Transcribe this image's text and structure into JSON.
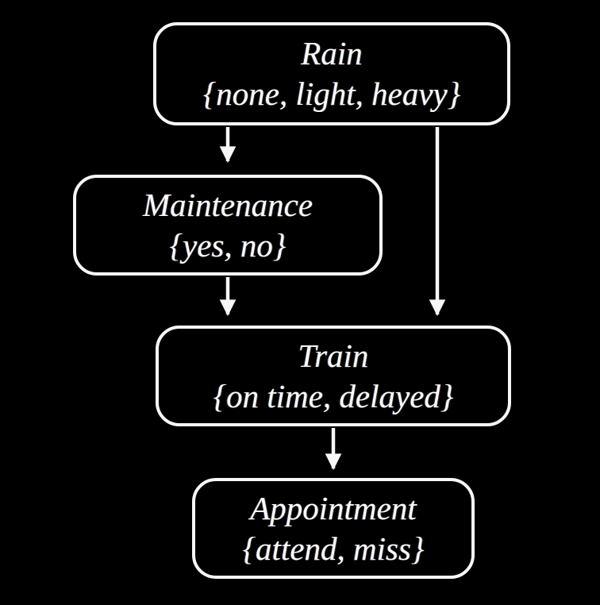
{
  "diagram": {
    "type": "bayesian-network",
    "background_color": "#000000",
    "node_border_color": "#ffffff",
    "node_fill_color": "#000000",
    "text_color": "#ffffff",
    "arrow_color": "#ffffff",
    "nodes": [
      {
        "id": "rain",
        "name": "Rain",
        "values": "{none, light, heavy}"
      },
      {
        "id": "maintenance",
        "name": "Maintenance",
        "values": "{yes, no}"
      },
      {
        "id": "train",
        "name": "Train",
        "values": "{on time, delayed}"
      },
      {
        "id": "appointment",
        "name": "Appointment",
        "values": "{attend, miss}"
      }
    ],
    "edges": [
      {
        "from": "rain",
        "to": "maintenance"
      },
      {
        "from": "rain",
        "to": "train"
      },
      {
        "from": "maintenance",
        "to": "train"
      },
      {
        "from": "train",
        "to": "appointment"
      }
    ]
  }
}
